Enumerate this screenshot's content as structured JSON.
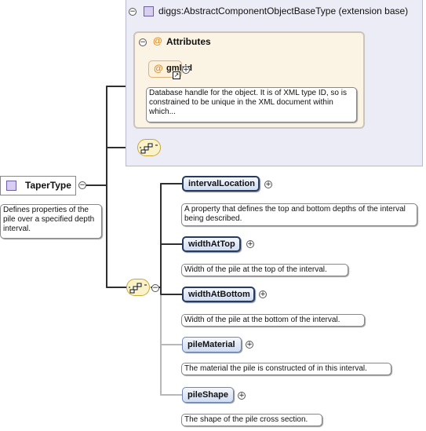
{
  "extension": {
    "title": "diggs:AbstractComponentObjectBaseType (extension base)",
    "attributes_title": "Attributes",
    "attribute": {
      "name": "gml:id",
      "description": "Database handle for the object. It is of XML type ID, so is constrained to be unique in the XML document within which..."
    }
  },
  "root": {
    "name": "TaperType",
    "description": "Defines properties of the pile over a specified depth interval."
  },
  "elements": [
    {
      "name": "intervalLocation",
      "description": "A property that defines the top and bottom depths of the interval being described."
    },
    {
      "name": "widthAtTop",
      "description": "Width of the pile at the top of the interval."
    },
    {
      "name": "widthAtBottom",
      "description": "Width of the pile at the bottom of the interval."
    },
    {
      "name": "pileMaterial",
      "description": "The material the pile is constructed of in this interval."
    },
    {
      "name": "pileShape",
      "description": "The shape of the pile cross section."
    }
  ],
  "colors": {
    "extension_background": "#ececf6",
    "attributes_background": "#fbf4e4",
    "element_fill": "#cfdcf2",
    "element_border_required": "#273b5f",
    "compositor_fill": "#fbf3c8",
    "attribute_at_sign": "#e08a1c"
  },
  "icons": {
    "collapse": "minus-circle",
    "expand": "plus-circle",
    "type": "lilac-square",
    "attribute": "at-sign",
    "sequence": "sequence-compositor",
    "link": "arrow-link"
  }
}
